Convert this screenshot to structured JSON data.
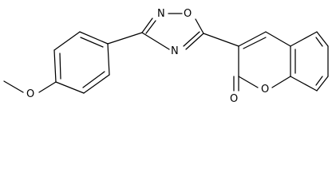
{
  "molecule": {
    "atoms": {
      "ring_n_top": "N",
      "ring_o_top": "O",
      "ring_n_bottom": "N",
      "methoxy_o": "O",
      "carbonyl_o": "O",
      "lactone_o": "O"
    },
    "colors": {
      "bond": "#000000",
      "label": "#000000",
      "background": "#ffffff"
    }
  }
}
